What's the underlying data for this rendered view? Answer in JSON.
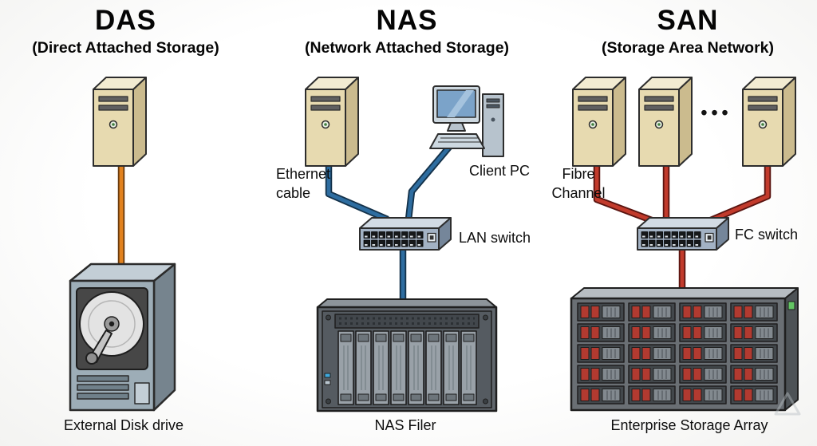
{
  "sections": {
    "das": {
      "title": "DAS",
      "subtitle": "(Direct Attached Storage)",
      "labels": {
        "disk": "External Disk drive"
      }
    },
    "nas": {
      "title": "NAS",
      "subtitle": "(Network Attached Storage)",
      "labels": {
        "ethernet": "Ethernet\ncable",
        "client_pc": "Client PC",
        "switch": "LAN switch",
        "filer": "NAS Filer"
      }
    },
    "san": {
      "title": "SAN",
      "subtitle": "(Storage Area Network)",
      "labels": {
        "fibre": "Fibre\nChannel",
        "switch": "FC switch",
        "array": "Enterprise Storage Array",
        "ellipsis": "•••"
      }
    }
  },
  "colors": {
    "das_cable": "#E2821E",
    "nas_cable": "#2E6DA0",
    "san_cable": "#C23B2C"
  },
  "icons": {
    "server": "tower-server-icon",
    "client_pc": "client-pc-icon",
    "switch": "network-switch-icon",
    "disk": "external-disk-icon",
    "filer": "nas-filer-icon",
    "array": "storage-array-icon"
  }
}
